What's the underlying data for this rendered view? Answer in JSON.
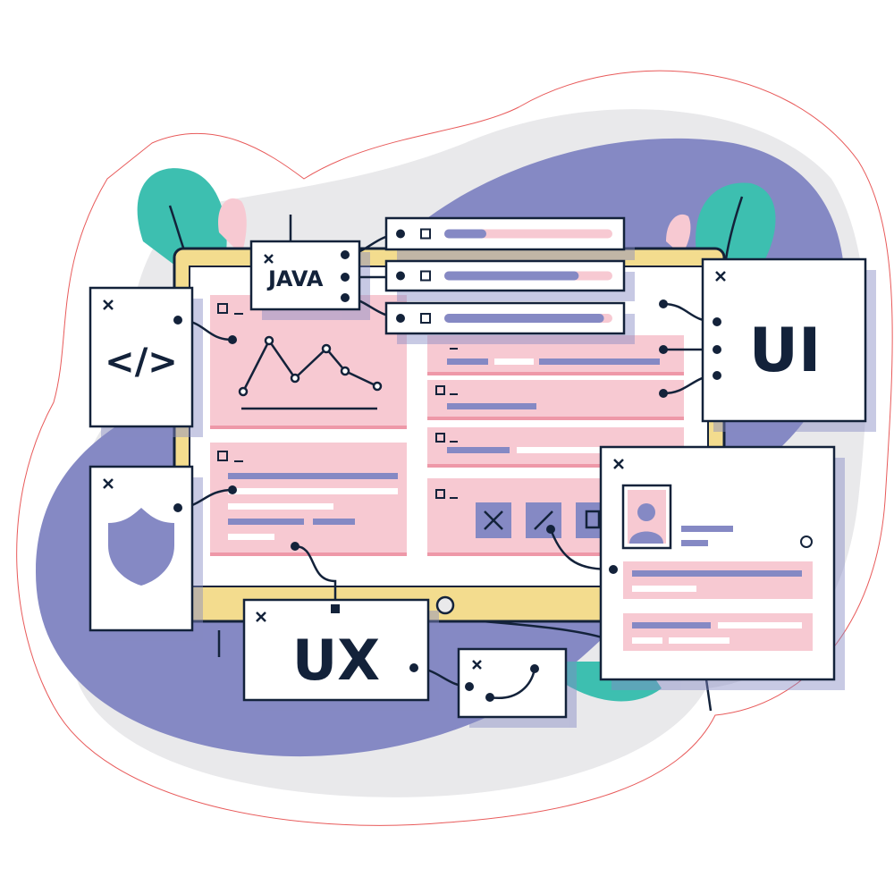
{
  "illustration": {
    "java_label": "JAVA",
    "ui_label": "UI",
    "ux_label": "UX",
    "code_label": "</>",
    "progress_bars": [
      0.25,
      0.8,
      0.95
    ],
    "colors": {
      "navy": "#13223a",
      "purple": "#8589c4",
      "pink": "#f7c9d2",
      "pink_dark": "#ee98a8",
      "yellow": "#f3dc8e",
      "teal": "#3dbfb0",
      "gray": "#e9e9eb"
    }
  }
}
